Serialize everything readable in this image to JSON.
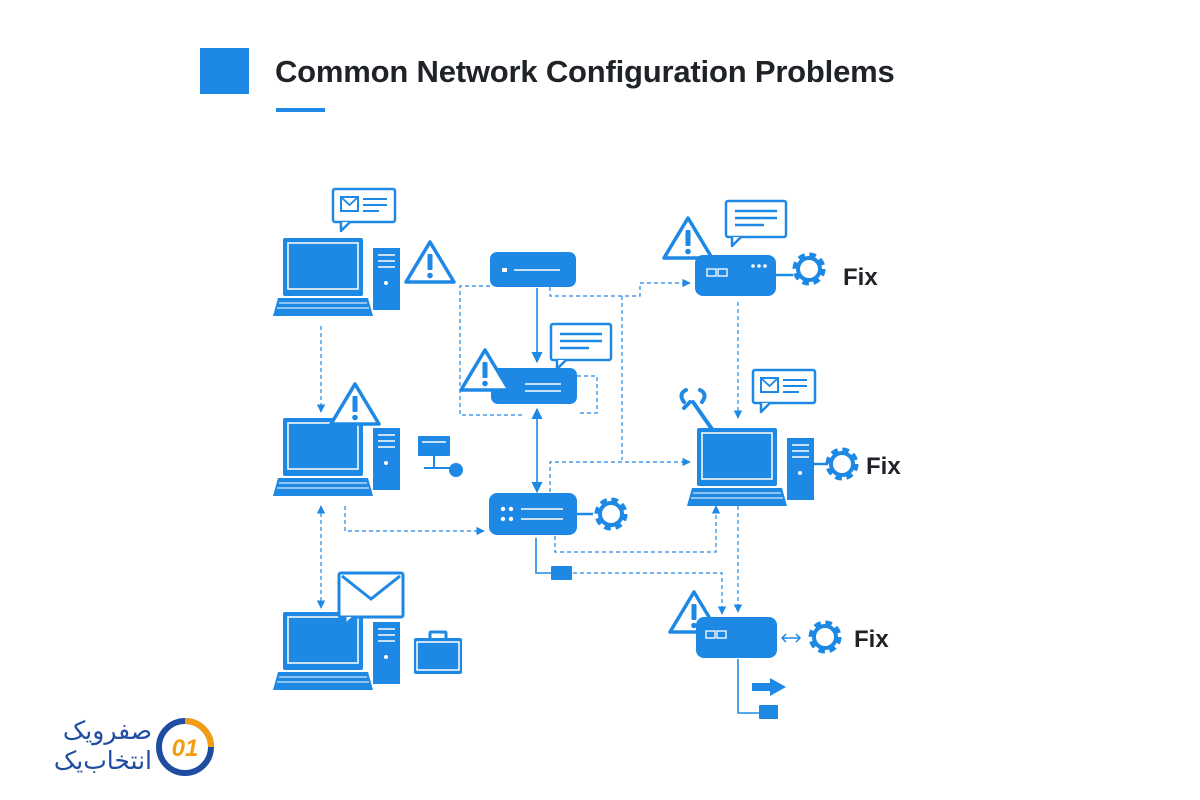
{
  "header": {
    "title": "Common Network Configuration Problems"
  },
  "fix_labels": {
    "fix_1": "Fix",
    "fix_2": "Fix",
    "fix_3": "Fix"
  },
  "logo": {
    "line1": "صفرویک",
    "line2": "انتخاب‌یک",
    "mark_text": "01"
  },
  "colors": {
    "primary": "#1e88e5",
    "dark_blue": "#1f4da1",
    "accent_orange": "#f39c12",
    "text": "#1f2328"
  }
}
